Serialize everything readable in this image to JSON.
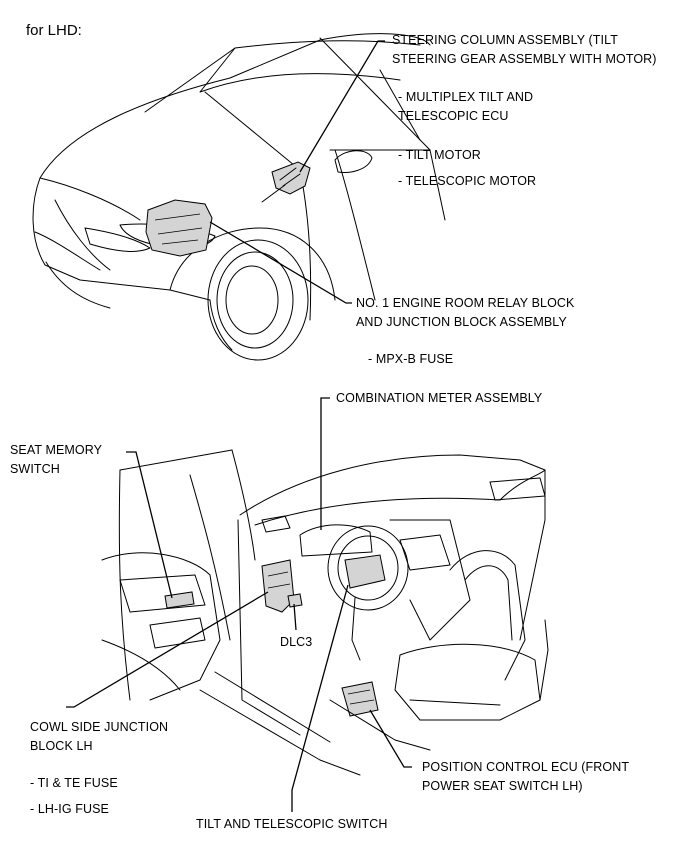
{
  "header": {
    "title": "for LHD:"
  },
  "top_labels": {
    "steering_column": [
      "STEERING COLUMN ASSEMBLY (TILT",
      "STEERING GEAR ASSEMBLY WITH MOTOR)"
    ],
    "multiplex_ecu": [
      "- MULTIPLEX TILT AND",
      "TELESCOPIC ECU"
    ],
    "tilt_motor": "- TILT MOTOR",
    "telescopic_motor": "- TELESCOPIC MOTOR",
    "relay_block": [
      "NO. 1 ENGINE ROOM RELAY BLOCK",
      "AND JUNCTION BLOCK ASSEMBLY"
    ],
    "mpx_fuse": "- MPX-B FUSE"
  },
  "bottom_labels": {
    "combination_meter": "COMBINATION METER ASSEMBLY",
    "seat_memory_switch": [
      "SEAT MEMORY",
      "SWITCH"
    ],
    "dlc3": "DLC3",
    "cowl_junction": [
      "COWL SIDE JUNCTION",
      "BLOCK LH"
    ],
    "ti_te_fuse": "- TI & TE FUSE",
    "lh_ig_fuse": "- LH-IG FUSE",
    "position_ecu": [
      "POSITION CONTROL ECU (FRONT",
      "POWER SEAT SWITCH LH)"
    ],
    "tilt_switch": "TILT AND TELESCOPIC SWITCH"
  }
}
